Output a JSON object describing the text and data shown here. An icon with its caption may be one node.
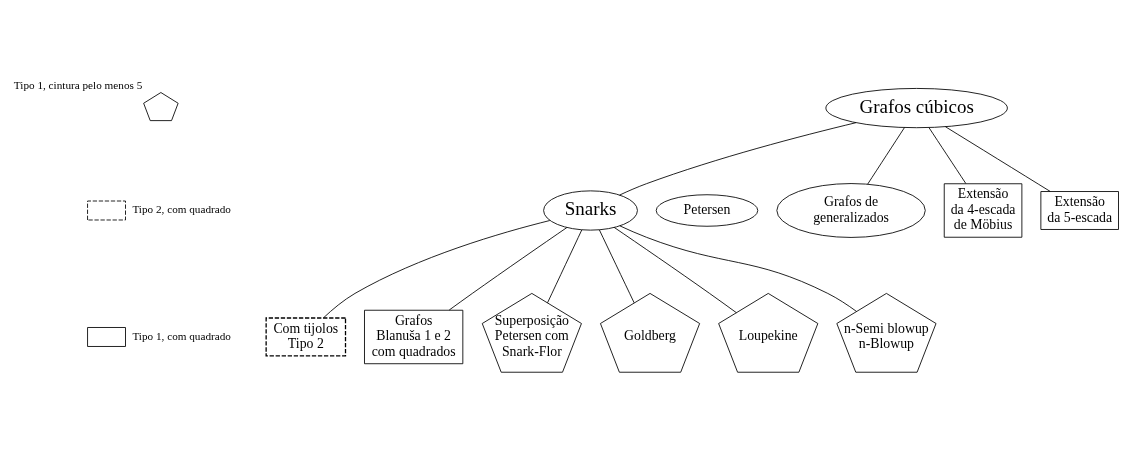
{
  "diagram": {
    "nodes": [
      {
        "text": [
          "Grafos cúbicos"
        ]
      },
      {
        "text": [
          "Snarks"
        ]
      },
      {
        "text": [
          "Petersen"
        ]
      },
      {
        "text": [
          "Grafos de generalizados"
        ]
      },
      {
        "text": [
          "Extensão da 4-escada de Möbius"
        ]
      },
      {
        "text": [
          "Extensão da 5-escada"
        ]
      },
      {
        "text": [
          "Com tijolos Tipo 2"
        ]
      },
      {
        "text": [
          "Grafos Blanuša 1 e 2 com quadrados"
        ]
      },
      {
        "text": [
          "Superposição Petersen com Snark-Flor"
        ]
      },
      {
        "text": [
          "Goldberg"
        ]
      },
      {
        "text": [
          "Loupekine"
        ]
      },
      {
        "text": [
          "n-Semi blowup",
          "n-Blowup"
        ]
      }
    ],
    "edges": [
      {
        "from": 0,
        "to": 1,
        "arrow": "none"
      },
      {
        "from": 0,
        "to": 3,
        "arrow": "none"
      },
      {
        "from": 0,
        "to": 4,
        "arrow": "none"
      },
      {
        "from": 0,
        "to": 5,
        "arrow": "none"
      },
      {
        "from": 1,
        "to": 6,
        "arrow": "none"
      },
      {
        "from": 1,
        "to": 7,
        "arrow": "none"
      },
      {
        "from": 1,
        "to": 8,
        "arrow": "none"
      },
      {
        "from": 1,
        "to": 9,
        "arrow": "none"
      },
      {
        "from": 1,
        "to": 10,
        "arrow": "none"
      },
      {
        "from": 1,
        "to": 11,
        "arrow": "none"
      }
    ],
    "legend": [
      {
        "text": "Tipo 1, cintura pelo menos 5"
      },
      {
        "text": "Tipo 2, com quadrado"
      },
      {
        "text": "Tipo 1, com quadrado"
      }
    ]
  }
}
